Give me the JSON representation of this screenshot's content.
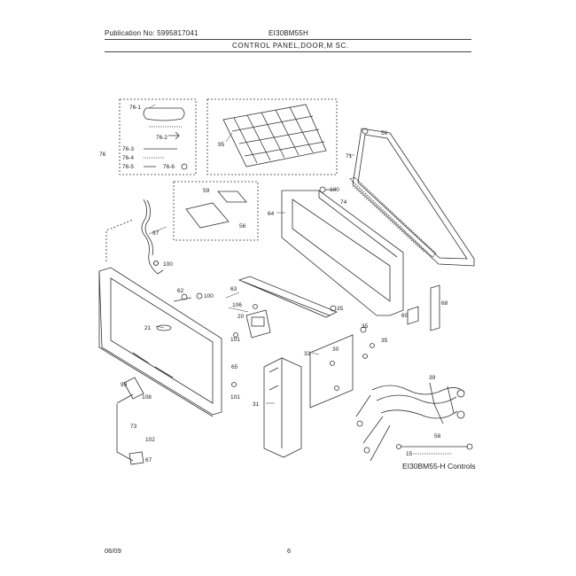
{
  "header": {
    "publication": "Publication No: 5995817041",
    "model": "EI30BM55H",
    "section_title": "CONTROL PANEL,DOOR,M SC."
  },
  "diagram": {
    "caption": "EI30BM55-H Controls",
    "callouts": {
      "c76_1": "76-1",
      "c76_2": "76-2",
      "c76_3": "76-3",
      "c76_4": "76-4",
      "c76_5": "76-5",
      "c76_6": "76-6",
      "c76": "76",
      "c95": "95",
      "c56a": "56",
      "c71": "71",
      "c100a": "100",
      "c74": "74",
      "c64": "64",
      "c59": "59",
      "c56b": "56",
      "c97": "97",
      "c100b": "100",
      "c62": "62",
      "c100c": "100",
      "c63": "63",
      "c106": "106",
      "c20": "20",
      "c35a": "35",
      "c21": "21",
      "c101a": "101",
      "c65": "65",
      "c99": "99",
      "c108": "108",
      "c101b": "101",
      "c73": "73",
      "c102": "102",
      "c67": "67",
      "c31": "31",
      "c33": "33",
      "c30": "30",
      "c35b": "35",
      "c35c": "35",
      "c60": "60",
      "c68": "68",
      "c39": "39",
      "c58": "58",
      "c15": "15"
    }
  },
  "footer": {
    "date": "06/09",
    "page": "6"
  }
}
